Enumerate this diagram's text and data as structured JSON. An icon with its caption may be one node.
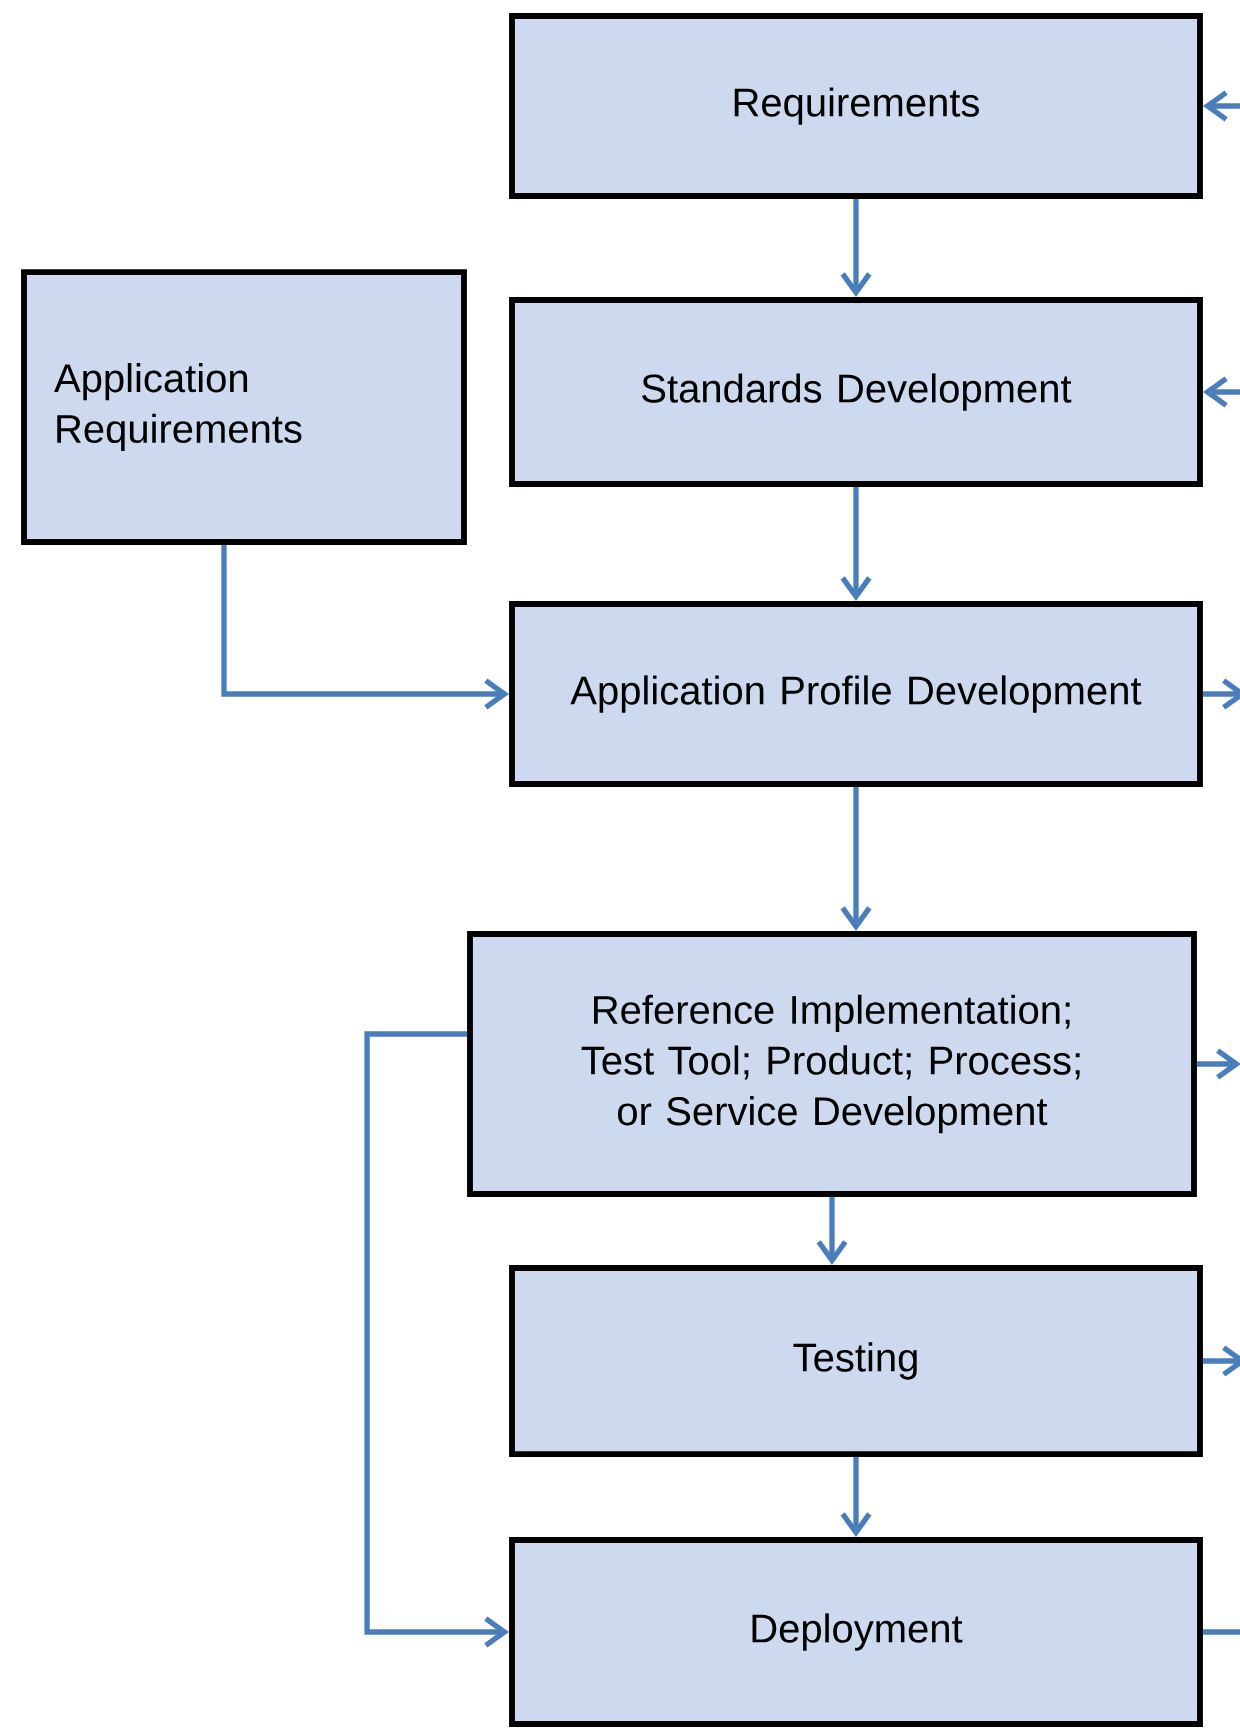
{
  "diagram": {
    "nodes": [
      {
        "text": [
          "Requirements"
        ]
      },
      {
        "text": [
          "Standards Development"
        ]
      },
      {
        "text": [
          "Application Requirements"
        ]
      },
      {
        "text": [
          "Application Profile Development"
        ]
      },
      {
        "text": [
          "Reference Implementation; Test Tool; Product; Process; or Service Development"
        ]
      },
      {
        "text": [
          "Testing"
        ]
      },
      {
        "text": [
          "Deployment"
        ]
      }
    ],
    "edges": [
      {
        "from": 0,
        "to": 1,
        "arrow": "to"
      },
      {
        "from": 1,
        "to": 3,
        "arrow": "to"
      },
      {
        "from": 2,
        "to": 3,
        "arrow": "to"
      },
      {
        "from": 3,
        "to": 4,
        "arrow": "to"
      },
      {
        "from": 4,
        "to": 5,
        "arrow": "to"
      },
      {
        "from": 5,
        "to": 6,
        "arrow": "to"
      },
      {
        "from": 4,
        "to": 6,
        "arrow": "to"
      },
      {
        "from": null,
        "to": 0,
        "arrow": "to"
      },
      {
        "from": null,
        "to": 1,
        "arrow": "to"
      },
      {
        "from": 3,
        "to": null,
        "arrow": "to"
      },
      {
        "from": 4,
        "to": null,
        "arrow": "to"
      },
      {
        "from": 5,
        "to": null,
        "arrow": "to"
      },
      {
        "from": 6,
        "to": null,
        "arrow": "none"
      }
    ]
  }
}
